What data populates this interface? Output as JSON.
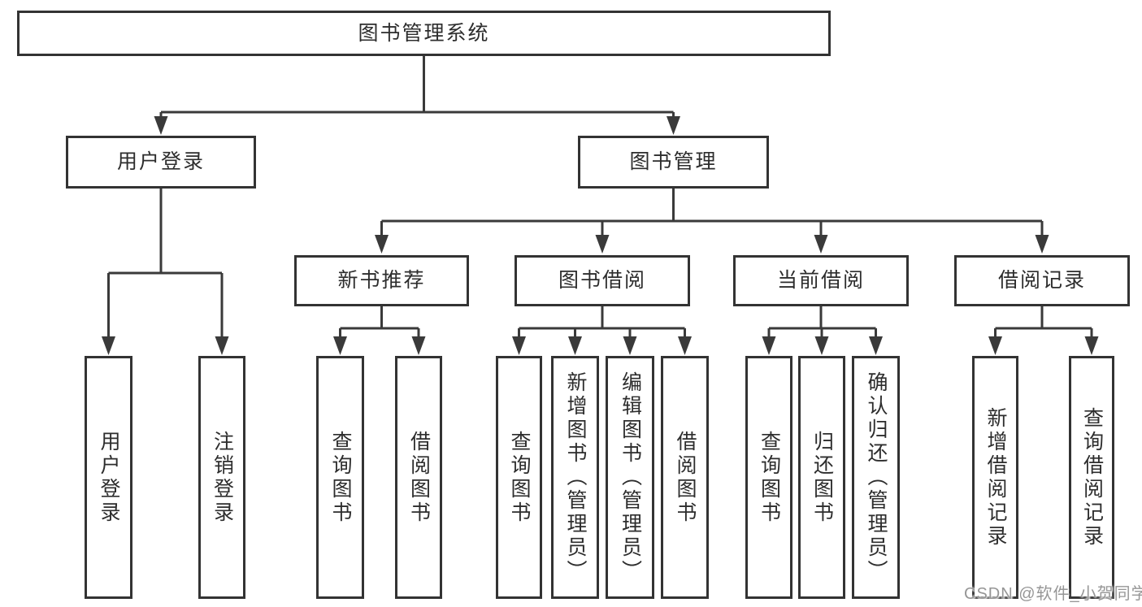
{
  "diagram": {
    "root": {
      "label": "图书管理系统"
    },
    "branches": [
      {
        "label": "用户登录",
        "children": [
          "用户登录",
          "注销登录"
        ]
      },
      {
        "label": "图书管理",
        "children": [
          {
            "label": "新书推荐",
            "children": [
              "查询图书",
              "借阅图书"
            ]
          },
          {
            "label": "图书借阅",
            "children": [
              "查询图书",
              "新增图书（管理员）",
              "编辑图书（管理员）",
              "借阅图书"
            ]
          },
          {
            "label": "当前借阅",
            "children": [
              "查询图书",
              "归还图书",
              "确认归还（管理员）"
            ]
          },
          {
            "label": "借阅记录",
            "children": [
              "新增借阅记录",
              "查询借阅记录"
            ]
          }
        ]
      }
    ],
    "colors": {
      "line": "#3a3a3a",
      "box_border": "#333333",
      "text": "#2d2d2d",
      "watermark": "#969696",
      "background": "#ffffff"
    }
  },
  "watermark": {
    "text": "CSDN @软件_小贺同学"
  }
}
